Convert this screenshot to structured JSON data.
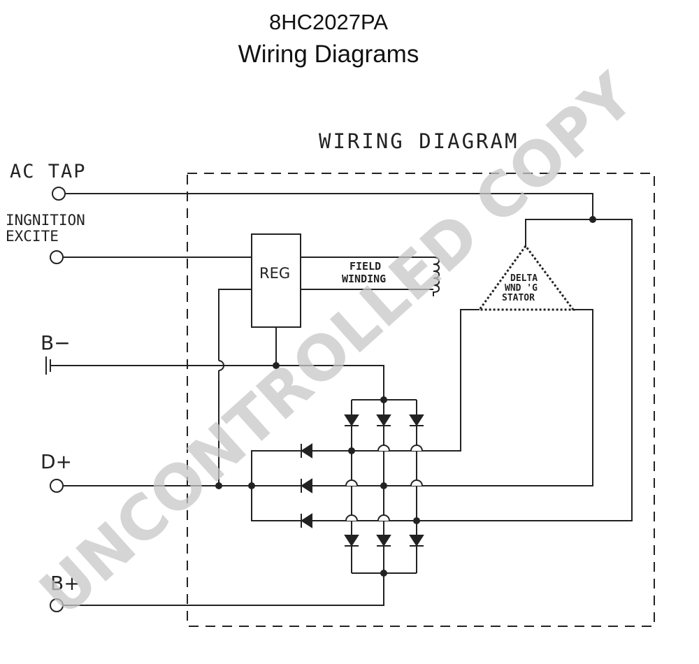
{
  "header": {
    "part_number": "8HC2027PA",
    "subtitle": "Wiring Diagrams"
  },
  "diagram": {
    "heading": "WIRING DIAGRAM",
    "terminals": {
      "ac_tap": "AC TAP",
      "ignition": "INGNITION",
      "excite": "EXCITE",
      "b_minus": "B−",
      "d_plus": "D+",
      "b_plus": "B+"
    },
    "regulator": "REG",
    "field_line1": "FIELD",
    "field_line2": "WINDING",
    "stator_line1": "DELTA",
    "stator_line2": "WND 'G",
    "stator_line3": "STATOR"
  },
  "watermark": "UNCONTROLLED COPY"
}
